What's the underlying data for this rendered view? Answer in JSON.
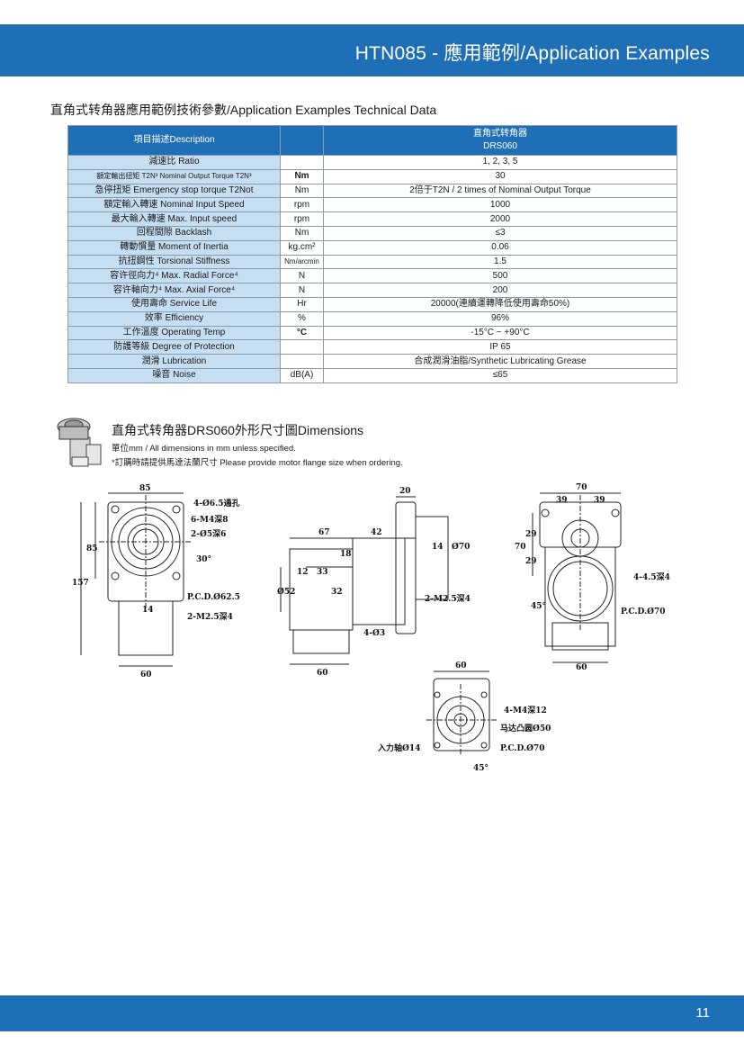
{
  "header": {
    "title": "HTN085 - 應用範例/Application Examples"
  },
  "section_heading": "直角式转角器應用範例技術參數/Application Examples Technical Data",
  "table": {
    "header_desc": "項目描述Description",
    "header_model_line1": "直角式转角器",
    "header_model_line2": "DRS060",
    "rows": [
      {
        "label": "減速比 Ratio",
        "unit": "",
        "value": "1, 2, 3, 5"
      },
      {
        "label": "額定輸出扭矩 T2N³ Nominal Output Torque T2N³",
        "unit": "Nm",
        "value": "30"
      },
      {
        "label": "急停扭矩 Emergency stop torque T2Not",
        "unit": "Nm",
        "value": "2倍于T2N / 2 times of Nominal Output Torque"
      },
      {
        "label": "額定輸入轉速 Nominal Input Speed",
        "unit": "rpm",
        "value": "1000"
      },
      {
        "label": "最大輸入轉速 Max. Input speed",
        "unit": "rpm",
        "value": "2000"
      },
      {
        "label": "回程間隙 Backlash",
        "unit": "Nm",
        "value": "≤3"
      },
      {
        "label": "轉動慣量 Moment of Inertia",
        "unit": "kg.cm²",
        "value": "0.06"
      },
      {
        "label": "抗扭鋼性 Torsional Stiffness",
        "unit": "Nm/arcmin",
        "value": "1.5"
      },
      {
        "label": "容许徑向力⁴ Max. Radial Force⁴",
        "unit": "N",
        "value": "500"
      },
      {
        "label": "容许軸向力⁴ Max. Axial Force⁴",
        "unit": "N",
        "value": "200"
      },
      {
        "label": "使用壽命 Service Life",
        "unit": "Hr",
        "value": "20000(連續運轉降低使用壽命50%)"
      },
      {
        "label": "效率 Efficiency",
        "unit": "%",
        "value": "96%"
      },
      {
        "label": "工作溫度 Operating Temp",
        "unit": "°C",
        "value": "-15°C ~ +90°C"
      },
      {
        "label": "防護等級 Degree of Protection",
        "unit": "",
        "value": "IP 65"
      },
      {
        "label": "潤滑 Lubrication",
        "unit": "",
        "value": "合成潤滑油脂/Synthetic Lubricating Grease"
      },
      {
        "label": "噪音 Noise",
        "unit": "dB(A)",
        "value": "≤65"
      }
    ]
  },
  "dimensions": {
    "title": "直角式转角器DRS060外形尺寸圖Dimensions",
    "note1": "單位mm / All dimensions in mm unless specified.",
    "note2": "*訂購時請提供馬達法蘭尺寸 Please provide motor flange size when ordering.",
    "labels": {
      "d85": "85",
      "d4_66": "4-Ø6.5通孔",
      "d6m4": "6-M4深8",
      "d2_5": "2-Ø5深6",
      "d30": "30°",
      "d85v": "85",
      "d157": "157",
      "pcd625": "P.C.D.Ø62.5",
      "d14": "14",
      "d2m25": "2-M2.5深4",
      "d60a": "60",
      "d20": "20",
      "d67": "67",
      "d42": "42",
      "d18": "18",
      "d12": "12",
      "d33": "33",
      "d52": "Ø52",
      "d32": "32",
      "d70v": "Ø70",
      "d14b": "14",
      "d2m25b": "2-M2.5深4",
      "d4_3": "4-Ø3",
      "d60b": "60",
      "d70": "70",
      "d39a": "39",
      "d39b": "39",
      "d70l": "70",
      "d29a": "29",
      "d29b": "29",
      "d445": "4-4.5深4",
      "d45": "45°",
      "pcd70": "P.C.D.Ø70",
      "d60c": "60",
      "d60d": "60",
      "d4m4": "4-M4深12",
      "dmotor": "马达凸圆Ø50",
      "dinput": "入力轴Ø14",
      "pcd70b": "P.C.D.Ø70",
      "d45b": "45°"
    }
  },
  "footer": {
    "page_number": "11"
  }
}
